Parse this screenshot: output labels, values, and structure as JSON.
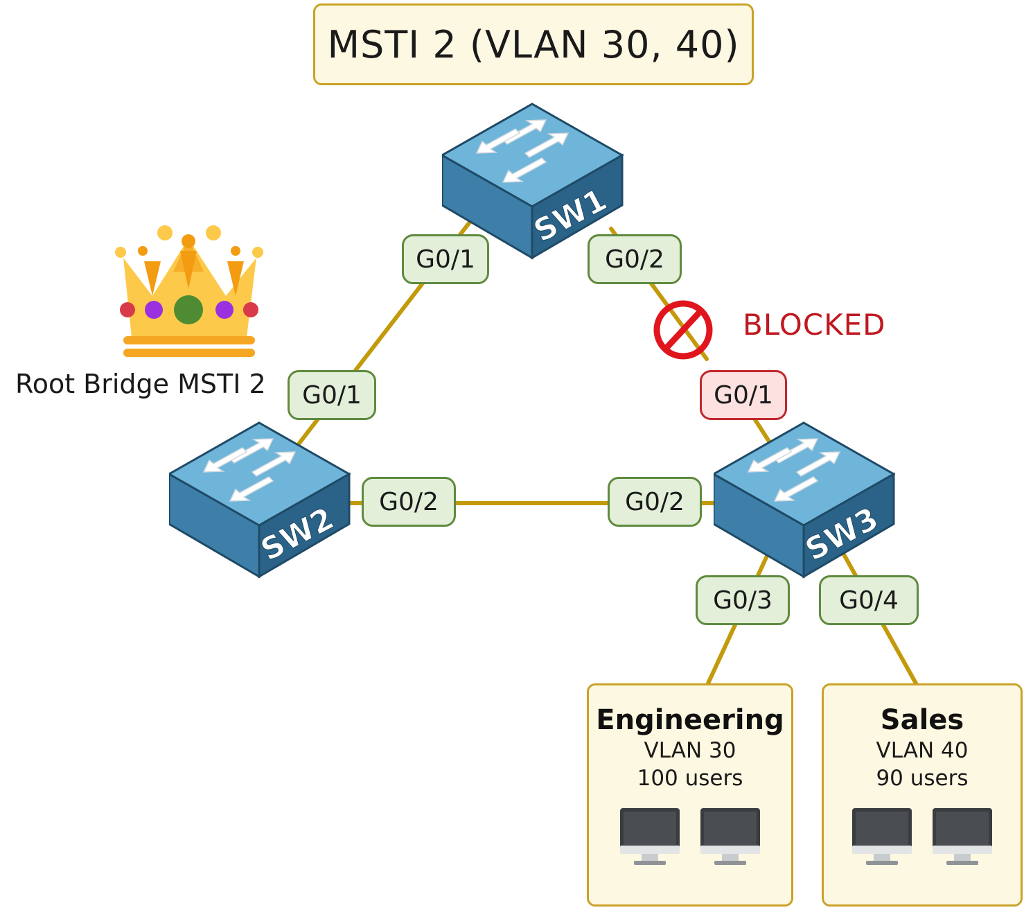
{
  "title": "MSTI 2 (VLAN 30, 40)",
  "root_bridge_label": "Root Bridge MSTI 2",
  "blocked_label": "BLOCKED",
  "colors": {
    "link": "#c39a0b",
    "port_border": "#5f8a3e",
    "port_fill": "#e3efd9",
    "blocked_border": "#c0282d",
    "blocked_fill": "#fde0e0",
    "box_border": "#c9a227",
    "box_fill": "#fdf8e1"
  },
  "switches": {
    "sw1": "SW1",
    "sw2": "SW2",
    "sw3": "SW3"
  },
  "ports": {
    "sw1_g01": "G0/1",
    "sw1_g02": "G0/2",
    "sw2_g01": "G0/1",
    "sw2_g02": "G0/2",
    "sw3_g01": "G0/1",
    "sw3_g02": "G0/2",
    "sw3_g03": "G0/3",
    "sw3_g04": "G0/4"
  },
  "departments": [
    {
      "name": "Engineering",
      "vlan": "VLAN 30",
      "users": "100 users"
    },
    {
      "name": "Sales",
      "vlan": "VLAN 40",
      "users": "90 users"
    }
  ]
}
